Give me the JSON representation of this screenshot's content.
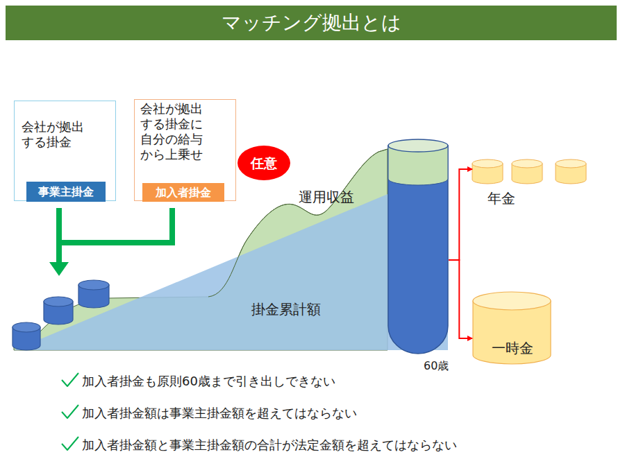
{
  "diagram": {
    "title": "マッチング拠出とは",
    "nodes": [
      {
        "text": [
          "会社が拠出 する掛金"
        ]
      },
      {
        "text": [
          "事業主掛金"
        ],
        "in": 0
      },
      {
        "text": [
          "会社が拠出 する掛金に 自分の給与 から上乗せ"
        ]
      },
      {
        "text": [
          "加入者掛金"
        ],
        "in": 2
      },
      {
        "text": [
          "任意"
        ]
      },
      {
        "text": [
          "60歳"
        ]
      },
      {
        "text": [
          "年金"
        ]
      },
      {
        "text": [
          "一時金"
        ]
      }
    ],
    "edges": [
      {
        "from": 5,
        "to": 6,
        "arrow": "to"
      },
      {
        "from": 5,
        "to": 7,
        "arrow": "to"
      }
    ],
    "labels": [
      "運用収益",
      "掛金累計額",
      "加入者掛金も原則60歳まで引き出しできない",
      "加入者掛金額は事業主掛金額を超えてはならない",
      "加入者掛金額と事業主掛金額の合計が法定金額を超えてはならない"
    ]
  }
}
